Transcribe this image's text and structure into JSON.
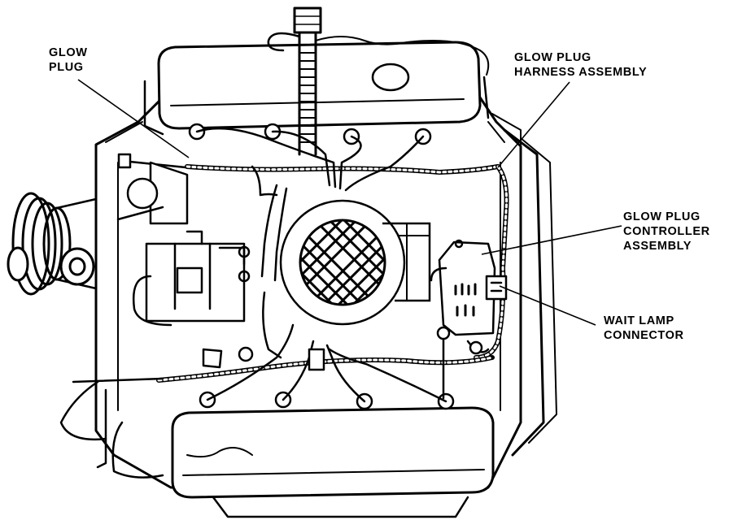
{
  "callouts": {
    "glow_plug": [
      "GLOW",
      "PLUG"
    ],
    "harness_assembly": [
      "GLOW PLUG",
      "HARNESS ASSEMBLY"
    ],
    "controller_assembly": [
      "GLOW PLUG",
      "CONTROLLER",
      "ASSEMBLY"
    ],
    "wait_lamp_connector": [
      "WAIT LAMP",
      "CONNECTOR"
    ]
  },
  "colors": {
    "ink": "#000000",
    "paper": "#ffffff"
  }
}
